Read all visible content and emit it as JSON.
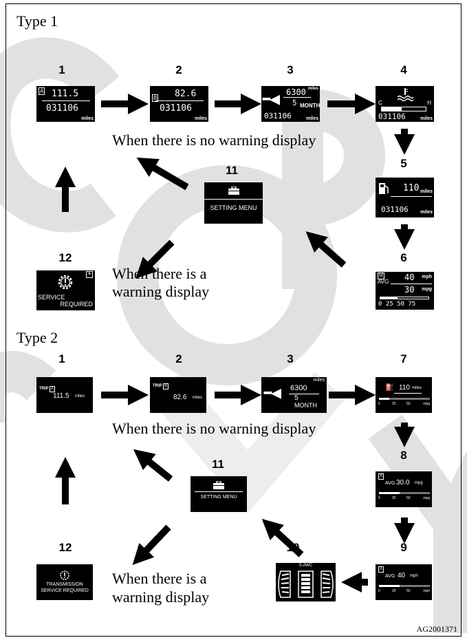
{
  "type1": {
    "title": "Type 1",
    "numbers": [
      "1",
      "2",
      "3",
      "4",
      "5",
      "6",
      "11",
      "12"
    ],
    "screen1": {
      "trip_badge": "A",
      "trip": "111.5",
      "odo": "031106",
      "unit": "miles"
    },
    "screen2": {
      "trip_badge": "B",
      "trip": "82.6",
      "odo": "031106",
      "unit": "miles"
    },
    "screen3": {
      "miles": "6300",
      "miles_unit": "miles",
      "months": "5",
      "month_unit": "MONTH",
      "odo": "031106",
      "unit": "miles"
    },
    "screen4": {
      "cold": "C",
      "hot": "H",
      "odo": "031106",
      "unit": "miles",
      "level": 0.45
    },
    "screen5": {
      "range": "110",
      "range_unit": "miles",
      "odo": "031106",
      "unit": "miles"
    },
    "screen6": {
      "badge": "M",
      "avg": "AVG",
      "speed": "40",
      "speed_unit": "mph",
      "mpg": "30",
      "mpg_unit": "mpg",
      "scale": "0  25  50  75",
      "level": 0.35
    },
    "screen11": {
      "label": "SETTING MENU"
    },
    "screen12": {
      "line1": "SERVICE",
      "line2": "REQUIRED"
    },
    "caption_none": "When there is no warning display",
    "caption_warning_1": "When there is a",
    "caption_warning_2": "warning display"
  },
  "type2": {
    "title": "Type 2",
    "numbers": [
      "1",
      "2",
      "3",
      "7",
      "8",
      "9",
      "10",
      "11",
      "12"
    ],
    "screen1": {
      "label": "TRIP",
      "badge": "A",
      "value": "111.5",
      "unit": "miles"
    },
    "screen2": {
      "label": "TRIP",
      "badge": "B",
      "value": "82.6",
      "unit": "miles"
    },
    "screen3": {
      "miles": "6300",
      "miles_unit": "miles",
      "months": "5",
      "month_unit": "MONTH"
    },
    "screen7": {
      "range": "110",
      "range_unit": "miles",
      "scale_0": "0",
      "scale_25": "25",
      "scale_50": "50",
      "scale_unit": "mpg"
    },
    "screen8": {
      "badge": "A",
      "avg": "AVG",
      "value": "30.0",
      "unit": "mpg",
      "scale_0": "0",
      "scale_25": "25",
      "scale_50": "50",
      "scale_unit": "mpg"
    },
    "screen9": {
      "badge": "A",
      "avg": "AVG",
      "value": "40",
      "unit": "mph",
      "scale_0": "0",
      "scale_25": "25",
      "scale_50": "50",
      "scale_unit": "mph"
    },
    "screen10": {
      "label": "S-AWC"
    },
    "screen11": {
      "label": "SETTING MENU"
    },
    "screen12": {
      "line1": "TRANSMISSION",
      "line2": "SERVICE REQUIRED"
    },
    "caption_none": "When there is no warning display",
    "caption_warning_1": "When there is a",
    "caption_warning_2": "warning display"
  },
  "footer_id": "AG2001371",
  "colors": {
    "screen": "#000000",
    "text": "#ffffff",
    "watermark": "#d6d6d6",
    "ink": "#000000"
  }
}
